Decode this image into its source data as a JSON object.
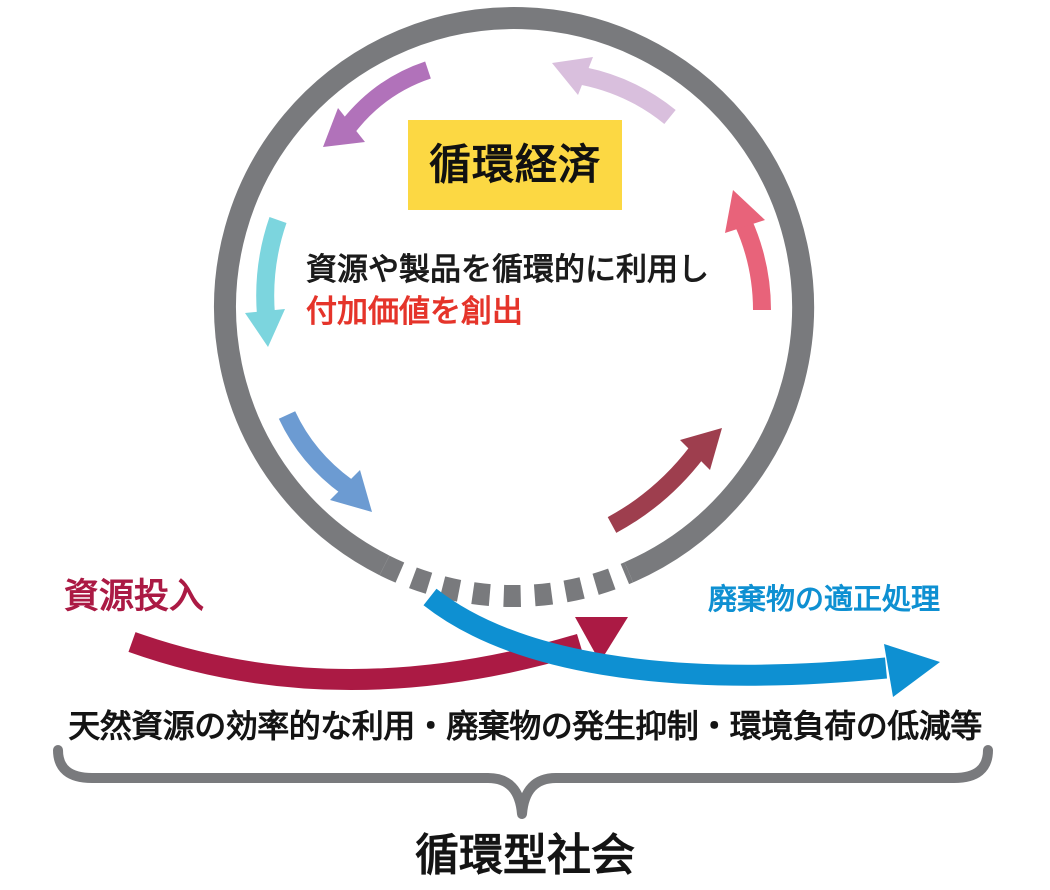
{
  "diagram": {
    "circle_label": "循環経済",
    "caption_line1": "資源や製品を循環的に利用し",
    "caption_line2": "付加価値を創出",
    "left_arrow_label": "資源投入",
    "right_arrow_label": "廃棄物の適正処理",
    "bottom_caption": "天然資源の効率的な利用・廃棄物の発生抑制・環境負荷の低減等",
    "footer_title": "循環型社会",
    "colors": {
      "ring_gray": "#797a7d",
      "circle_label_bg": "#fcd843",
      "caption_red": "#e5342a",
      "resource_input_crimson": "#ab1a44",
      "waste_output_blue": "#0e90d2",
      "cycle_arrow_purple": "#b172ba",
      "cycle_arrow_lavender": "#d9bfdd",
      "cycle_arrow_pink": "#e8637a",
      "cycle_arrow_cyan": "#7cd5de",
      "cycle_arrow_blue": "#6c9bd2",
      "cycle_arrow_maroon": "#9e3e4e"
    }
  }
}
